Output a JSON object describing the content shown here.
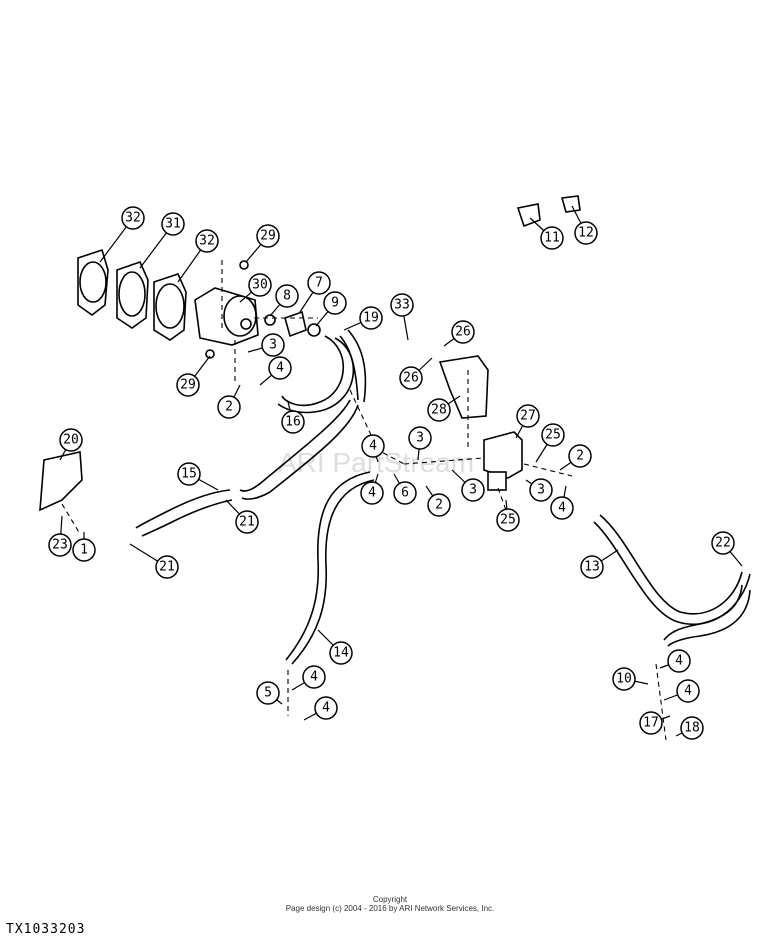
{
  "watermark": "ARI PartStream",
  "callouts": [
    "32",
    "31",
    "32",
    "29",
    "30",
    "8",
    "7",
    "9",
    "19",
    "33",
    "26",
    "26",
    "28",
    "27",
    "3",
    "3",
    "4",
    "2",
    "16",
    "29",
    "11",
    "12",
    "20",
    "15",
    "21",
    "23",
    "1",
    "21",
    "4",
    "4",
    "6",
    "2",
    "3",
    "25",
    "3",
    "2",
    "4",
    "25",
    "14",
    "5",
    "4",
    "4",
    "13",
    "22",
    "4",
    "10",
    "4",
    "17",
    "18"
  ],
  "footer": {
    "copyright_label": "Copyright",
    "page_design": "Page design (c) 2004 - 2016 by ARI Network Services, Inc.",
    "drawing_id": "TX1033203"
  }
}
